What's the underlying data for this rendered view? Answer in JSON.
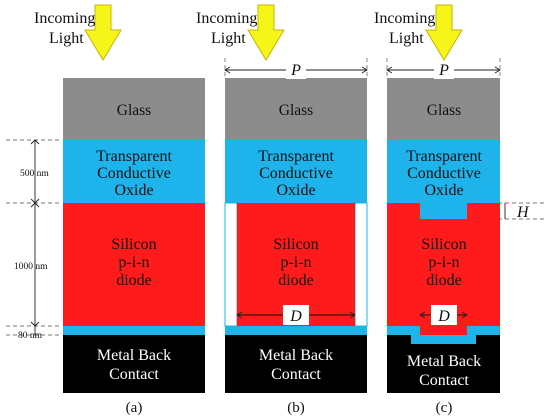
{
  "colors": {
    "glass": "#8c8c8c",
    "tco": "#1eb3ea",
    "silicon": "#ff1b1b",
    "metal": "#000000",
    "arrow_fill": "#f5f51a",
    "arrow_stroke": "#c9b400"
  },
  "incoming_light": {
    "line1": "Incoming",
    "line2": "Light"
  },
  "layers": {
    "glass": "Glass",
    "tco": [
      "Transparent",
      "Conductive",
      "Oxide"
    ],
    "silicon": [
      "Silicon",
      "p-i-n",
      "diode"
    ],
    "metal": [
      "Metal Back",
      "Contact"
    ]
  },
  "dimensions": {
    "tco_thickness": "500 nm",
    "silicon_thickness": "1000 nm",
    "bottom_tco_thickness": "80 nm"
  },
  "symbols": {
    "period": "P",
    "diameter": "D",
    "height": "H"
  },
  "panel_labels": [
    "(a)",
    "(b)",
    "(c)"
  ]
}
